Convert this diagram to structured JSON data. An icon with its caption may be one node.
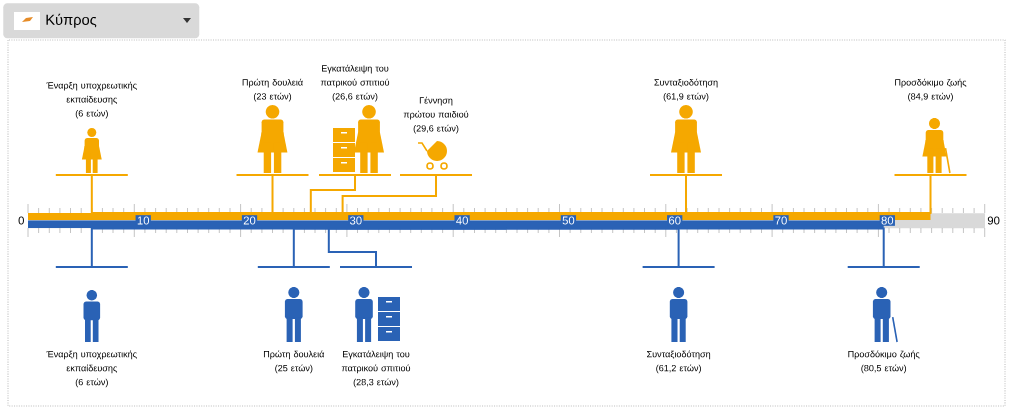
{
  "diagram": {
    "nodes": [
      {
        "text": [
          "Κύπρος"
        ]
      },
      {
        "text": [
          "Έναρξη υποχρεωτικής εκπαίδευσης",
          "(6 ετών)"
        ]
      },
      {
        "text": [
          "Πρώτη δουλειά",
          "(23 ετών)"
        ]
      },
      {
        "text": [
          "Εγκατάλειψη του πατρικού σπιτιού",
          "(26,6 ετών)"
        ]
      },
      {
        "text": [
          "Γέννηση πρώτου παιδιού",
          "(29,6 ετών)"
        ]
      },
      {
        "text": [
          "Συνταξιοδότηση",
          "(61,9 ετών)"
        ]
      },
      {
        "text": [
          "Προσδόκιμο ζωής",
          "(84,9 ετών)"
        ]
      },
      {
        "text": [
          "Έναρξη υποχρεωτικής εκπαίδευσης",
          "(6 ετών)"
        ]
      },
      {
        "text": [
          "Πρώτη δουλειά",
          "(25 ετών)"
        ]
      },
      {
        "text": [
          "Εγκατάλειψη του πατρικού σπιτιού",
          "(28,3 ετών)"
        ]
      },
      {
        "text": [
          "Συνταξιοδότηση",
          "(61,2 ετών)"
        ]
      },
      {
        "text": [
          "Προσδόκιμο ζωής",
          "(80,5 ετών)"
        ]
      },
      {
        "text": [],
        "shape": "bar"
      }
    ],
    "edges": [
      {
        "from": 1,
        "to": 12,
        "arrow": "none"
      },
      {
        "from": 2,
        "to": 12,
        "arrow": "none"
      },
      {
        "from": 3,
        "to": 12,
        "arrow": "none"
      },
      {
        "from": 4,
        "to": 12,
        "arrow": "none"
      },
      {
        "from": 5,
        "to": 12,
        "arrow": "none"
      },
      {
        "from": 6,
        "to": 12,
        "arrow": "none"
      },
      {
        "from": 7,
        "to": 12,
        "arrow": "none",
        "color": "#2a62b5"
      },
      {
        "from": 8,
        "to": 12,
        "arrow": "none",
        "color": "#2a62b5"
      },
      {
        "from": 9,
        "to": 12,
        "arrow": "none",
        "color": "#2a62b5"
      },
      {
        "from": 10,
        "to": 12,
        "arrow": "none",
        "color": "#2a62b5"
      },
      {
        "from": 11,
        "to": 12,
        "arrow": "none",
        "color": "#2a62b5"
      }
    ],
    "labels": [
      "0",
      "10",
      "20",
      "30",
      "40",
      "50",
      "60",
      "70",
      "80",
      "90"
    ]
  }
}
